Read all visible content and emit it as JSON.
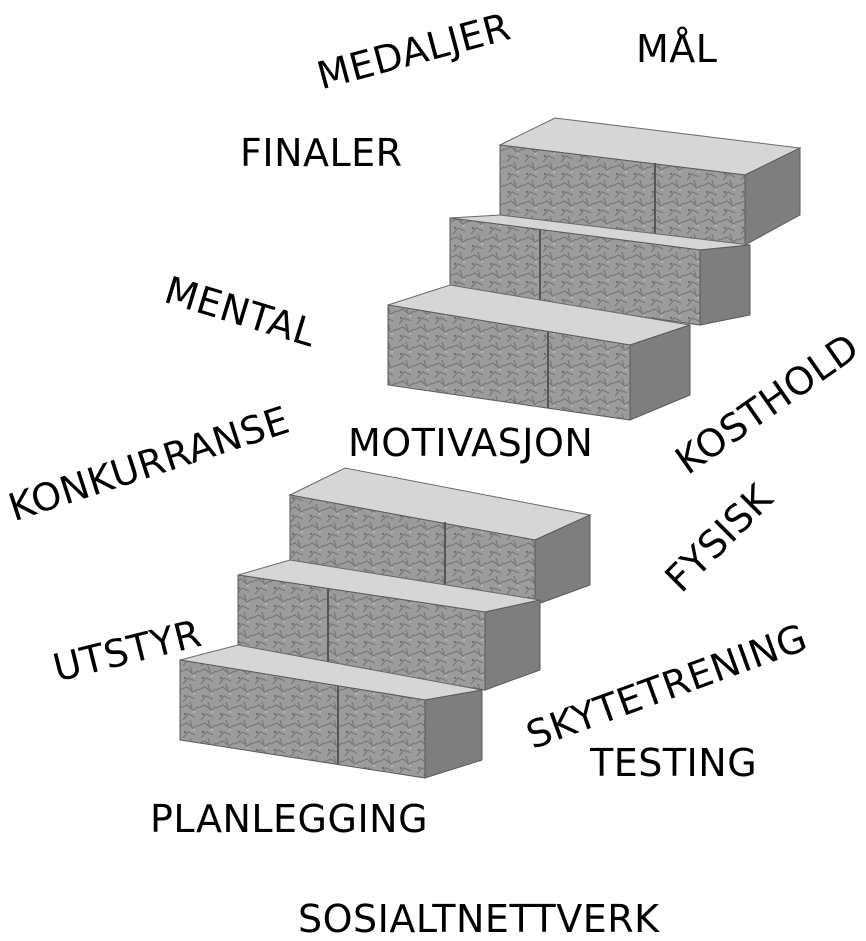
{
  "words": {
    "medaljer": "MEDALJER",
    "maal": "MÅL",
    "finaler": "FINALER",
    "mental": "MENTAL",
    "kosthold": "KOSTHOLD",
    "konkurranse": "KONKURRANSE",
    "motivasjon": "MOTIVASJON",
    "fysisk": "FYSISK",
    "utstyr": "UTSTYR",
    "skytetrening": "SKYTETRENING",
    "testing": "TESTING",
    "planlegging": "PLANLEGGING",
    "sosialtnettverk": "SOSIALTNETTVERK"
  },
  "colors": {
    "text": "#000000",
    "stone_front": "#9a9a9a",
    "stone_top": "#d4d4d4",
    "stone_side": "#7c7c7c",
    "stone_edge": "#5e5e5e"
  }
}
